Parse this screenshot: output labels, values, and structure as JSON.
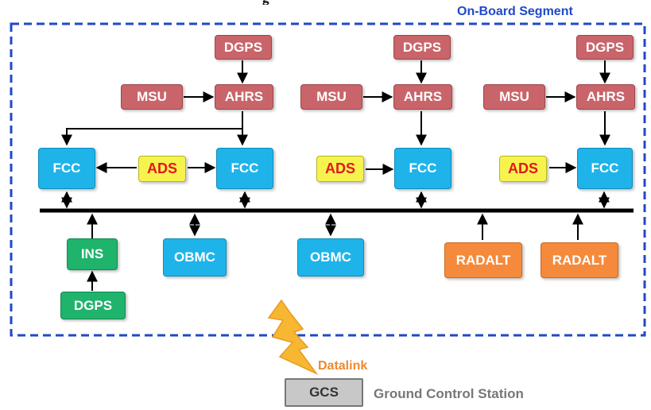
{
  "segment_label": "On-Board Segment",
  "nodes": {
    "dgps_1": "DGPS",
    "dgps_2": "DGPS",
    "dgps_3": "DGPS",
    "msu_1": "MSU",
    "msu_2": "MSU",
    "msu_3": "MSU",
    "ahrs_1": "AHRS",
    "ahrs_2": "AHRS",
    "ahrs_3": "AHRS",
    "fcc_1": "FCC",
    "fcc_2": "FCC",
    "fcc_3": "FCC",
    "fcc_4": "FCC",
    "ads_1": "ADS",
    "ads_2": "ADS",
    "ads_3": "ADS",
    "ins": "INS",
    "dgps_ins": "DGPS",
    "obmc_1": "OBMC",
    "obmc_2": "OBMC",
    "radalt_1": "RADALT",
    "radalt_2": "RADALT",
    "gcs": "GCS"
  },
  "datalink_label": "Datalink",
  "gcs_caption": "Ground Control Station",
  "colors": {
    "segment_border": "#1f49c9",
    "sensor_red": "#c9656a",
    "fcc_blue": "#1eb4ea",
    "ads_yellow": "#f6f34f",
    "ads_text": "#e0191c",
    "ins_green": "#1fb36c",
    "radalt_orange": "#f58a3c",
    "lightning": "#f7b733"
  }
}
